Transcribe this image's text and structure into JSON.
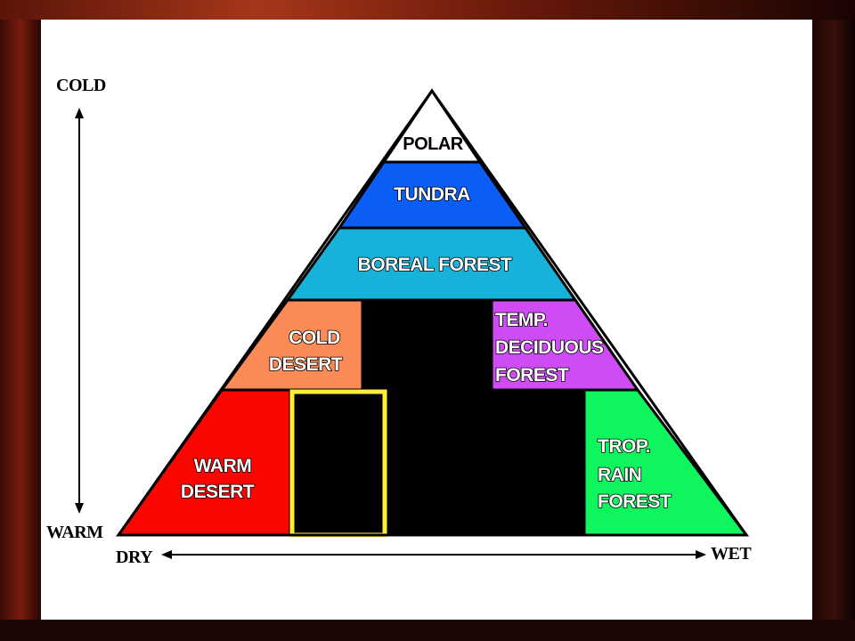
{
  "axes": {
    "cold": "COLD",
    "warm": "WARM",
    "dry": "DRY",
    "wet": "WET"
  },
  "biomes": {
    "polar": "POLAR",
    "tundra": "TUNDRA",
    "boreal": "BOREAL FOREST",
    "cold_desert": [
      "COLD",
      "DESERT"
    ],
    "temp_deciduous": [
      "TEMP.",
      "DECIDUOUS",
      "FOREST"
    ],
    "warm_desert": [
      "WARM",
      "DESERT"
    ],
    "trop_rain": [
      "TROP.",
      "RAIN",
      "FOREST"
    ]
  },
  "colors": {
    "polar": "#ffffff",
    "tundra": "#0a5ef5",
    "boreal": "#16b2d9",
    "cold_desert": "#fa8b57",
    "temp_deciduous": "#cf4cf5",
    "warm_desert": "#fb0500",
    "trop_rain": "#0ff55d",
    "hidden": "#000000",
    "highlight": "#ffee33"
  }
}
